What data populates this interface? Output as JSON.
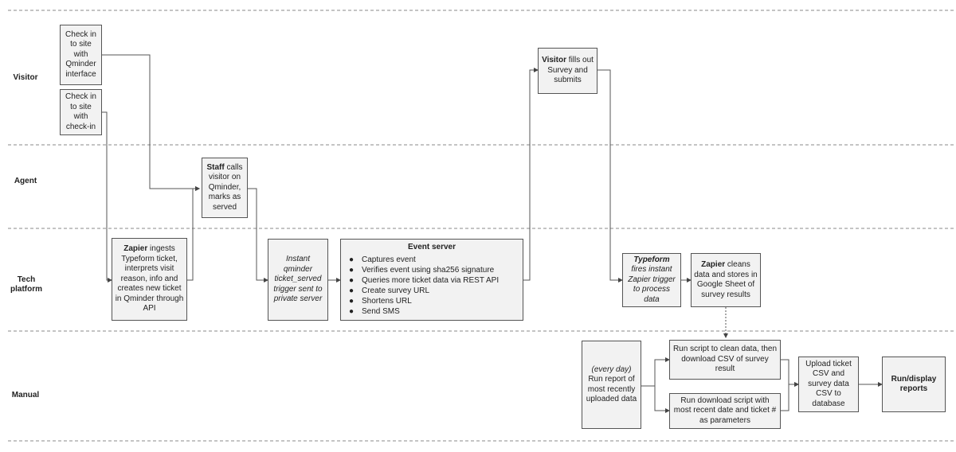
{
  "lanes": {
    "visitor": "Visitor",
    "agent": "Agent",
    "tech_line1": "Tech",
    "tech_line2": "platform",
    "manual": "Manual"
  },
  "boxes": {
    "checkin_qminder": "Check in to site with Qminder interface",
    "checkin_checkin": "Check in to site with check-in",
    "visitor_fills": {
      "bold": "Visitor",
      "rest": " fills out Survey and submits"
    },
    "staff_calls": {
      "bold": "Staff",
      "rest": " calls visitor on Qminder, marks as served"
    },
    "zapier_ingests": {
      "bold": "Zapier",
      "rest": " ingests Typeform ticket, interprets visit reason, info and creates new ticket in Qminder through API"
    },
    "instant_trigger": "Instant qminder ticket_served trigger sent to private server",
    "event_server": {
      "title": "Event server",
      "bullet": "●",
      "items": [
        "Captures event",
        "Verifies event using sha256 signature",
        "Queries more ticket data via REST API",
        "Create survey URL",
        "Shortens URL",
        "Send SMS"
      ]
    },
    "typeform_fires": {
      "bold": "Typeform",
      "rest": " fires instant Zapier trigger to process data"
    },
    "zapier_cleans": {
      "bold": "Zapier",
      "rest": " cleans data and stores in Google Sheet of survey results"
    },
    "every_day": {
      "italic": "(every day)",
      "rest": "Run report of most recently uploaded data"
    },
    "run_script_clean": "Run script to clean data, then download CSV of survey result",
    "run_download": "Run download script with most recent date and ticket # as parameters",
    "upload_ticket": "Upload ticket CSV and survey data CSV  to database",
    "run_display": "Run/display reports"
  }
}
